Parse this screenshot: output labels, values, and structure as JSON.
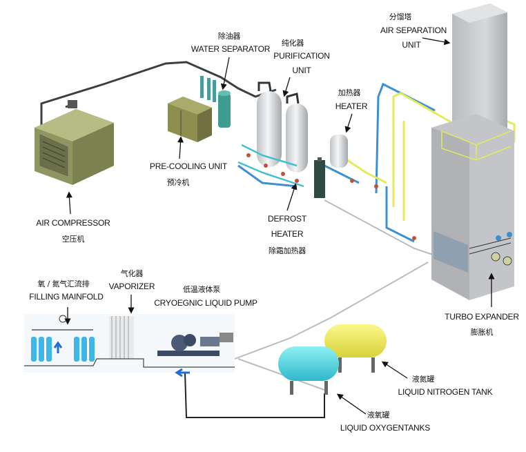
{
  "labels": {
    "air_separation_cn": "分馏塔",
    "air_separation_en_1": "AIR SEPARATION",
    "air_separation_en_2": "UNIT",
    "water_separator_cn": "除油器",
    "water_separator_en": "WATER SEPARATOR",
    "purification_cn": "纯化器",
    "purification_en_1": "PURIFICATION",
    "purification_en_2": "UNIT",
    "heater_cn": "加热器",
    "heater_en": "HEATER",
    "precooling_en": "PRE-COOLING UNIT",
    "precooling_cn": "预冷机",
    "air_compressor_en": "AIR COMPRESSOR",
    "air_compressor_cn": "空压机",
    "defrost_en_1": "DEFROST",
    "defrost_en_2": "HEATER",
    "defrost_cn": "除霜加热器",
    "turbo_en": "TURBO EXPANDER",
    "turbo_cn": "膨胀机",
    "filling_cn": "氧 / 氮气汇流排",
    "filling_en": "FILLING MAINFOLD",
    "vaporizer_cn": "气化器",
    "vaporizer_en": "VAPORIZER",
    "pump_cn": "低温液体泵",
    "pump_en": "CRYOEGNIC LIQUID PUMP",
    "nitrogen_tank_cn": "液氮罐",
    "nitrogen_tank_en": "LIQUID NITROGEN TANK",
    "oxygen_tank_cn": "液氧罐",
    "oxygen_tank_en": "LIQUID OXYGENTANKS"
  },
  "colors": {
    "pipe_dark": "#3a3f44",
    "pipe_blue": "#3d8fd0",
    "pipe_yellow": "#e4ea5a",
    "pipe_cyan": "#41c0d0",
    "compressor": "#9aa06a",
    "tower": "#c7c9cc",
    "nitrogen_tank": "#f1ee58",
    "oxygen_tank": "#4fd6e0",
    "cylinder": "#3fb6e8",
    "flow_arrow": "#1e6fd0"
  }
}
